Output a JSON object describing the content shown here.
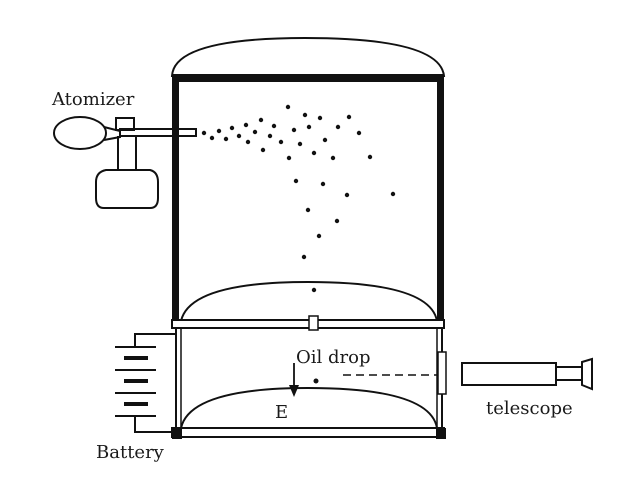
{
  "diagram": {
    "labels": {
      "atomizer": "Atomizer",
      "oil_drop": "Oil drop",
      "field": "E",
      "telescope": "telescope",
      "battery": "Battery"
    }
  }
}
